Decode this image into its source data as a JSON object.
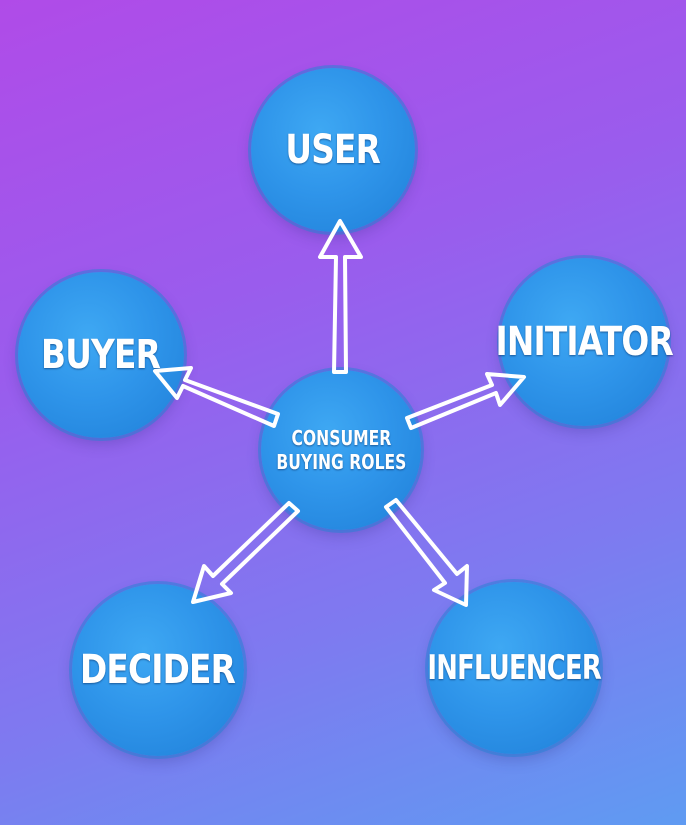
{
  "diagram": {
    "center": {
      "line1": "CONSUMER",
      "line2": "BUYING ROLES"
    },
    "roles": {
      "user": "USER",
      "buyer": "BUYER",
      "initiator": "INITIATOR",
      "decider": "DECIDER",
      "influencer": "INFLUENCER"
    },
    "colors": {
      "background_top": "#b04be8",
      "background_bottom": "#5f9bf2",
      "node_fill": "#2f95ea",
      "arrow_stroke": "#ffffff"
    }
  }
}
